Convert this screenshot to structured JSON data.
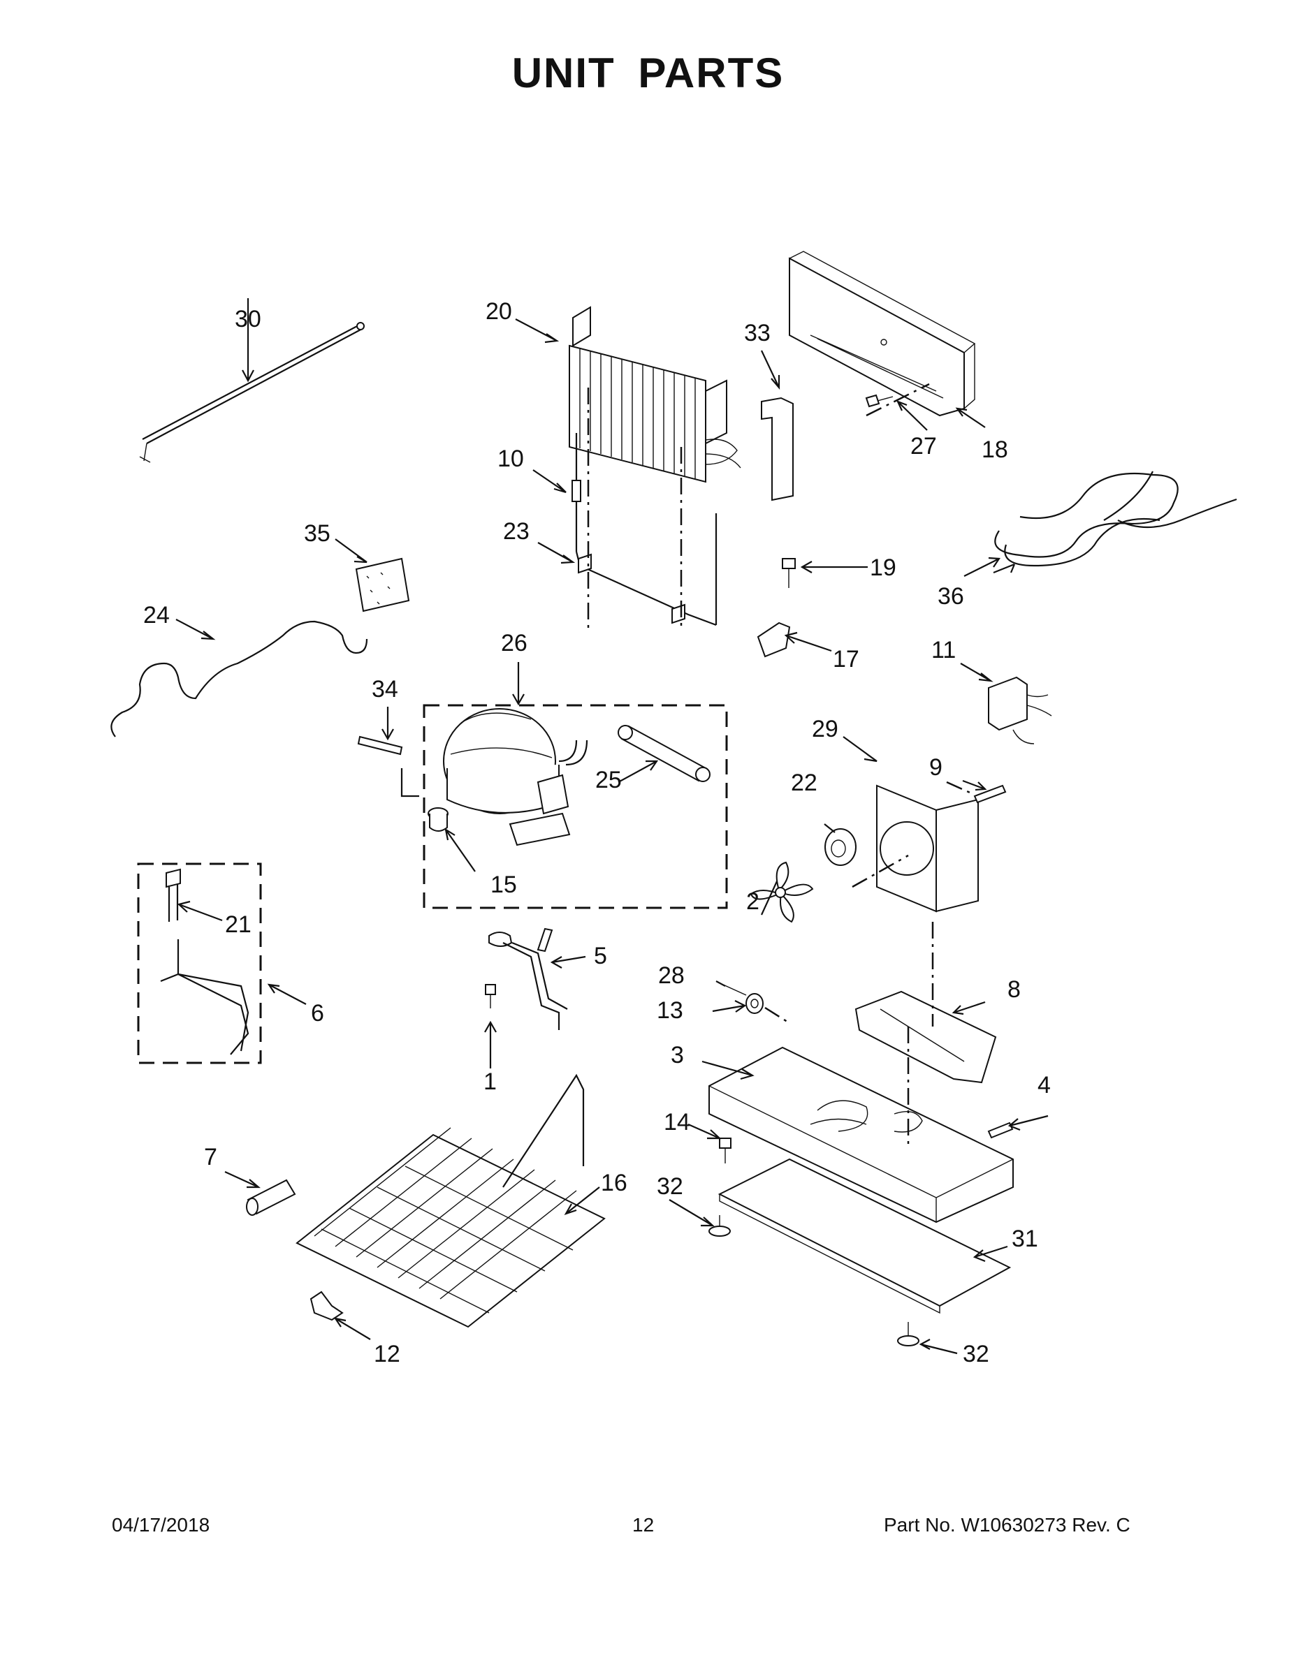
{
  "page_title": "UNIT PARTS",
  "callouts": [
    "30",
    "20",
    "33",
    "27",
    "18",
    "10",
    "23",
    "19",
    "36",
    "35",
    "24",
    "17",
    "26",
    "11",
    "34",
    "29",
    "9",
    "25",
    "22",
    "15",
    "2",
    "21",
    "5",
    "28",
    "8",
    "6",
    "13",
    "3",
    "4",
    "1",
    "14",
    "7",
    "16",
    "32",
    "31",
    "12"
  ],
  "footer": {
    "date": "04/17/2018",
    "page_number": "12",
    "part_number": "Part No.  W10630273  Rev.  C"
  }
}
